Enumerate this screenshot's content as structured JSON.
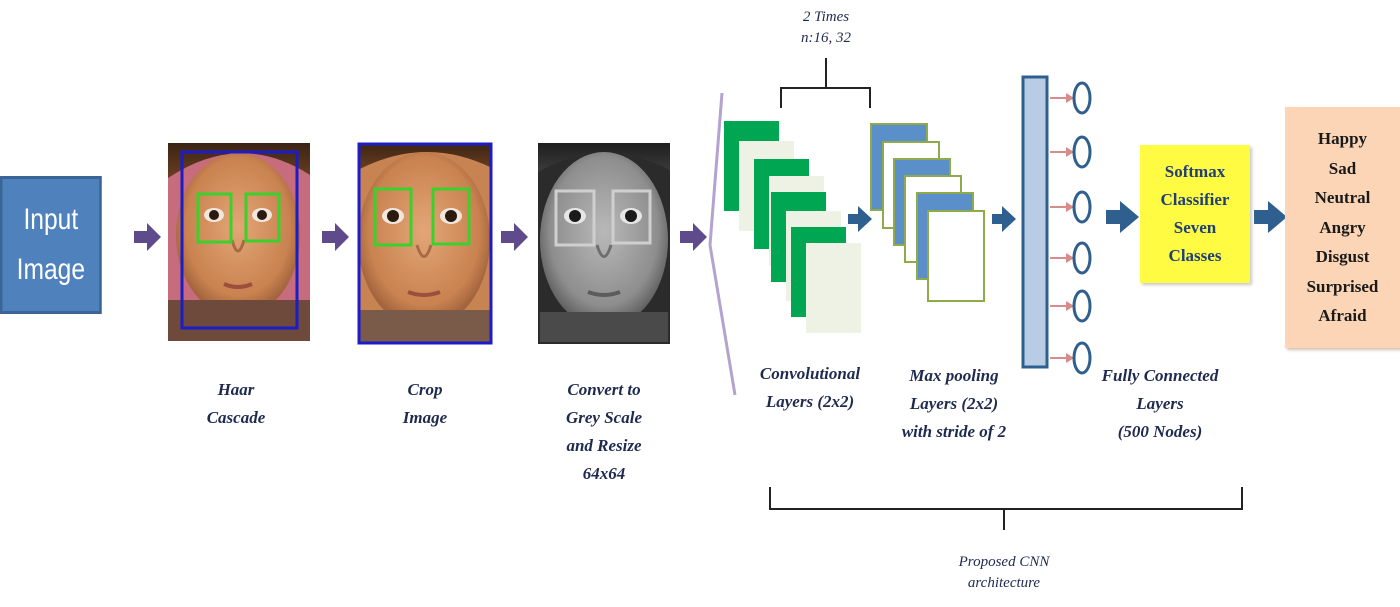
{
  "input": {
    "line1": "Input",
    "line2": "Image"
  },
  "steps": [
    {
      "lines": [
        "Haar",
        "Cascade"
      ]
    },
    {
      "lines": [
        "Crop",
        "Image"
      ]
    },
    {
      "lines": [
        "Convert to",
        "Grey Scale",
        "and Resize",
        "64x64"
      ]
    }
  ],
  "cnn": {
    "repeat_label": {
      "line1": "2 Times",
      "line2": "n:16, 32"
    },
    "conv_label": [
      "Convolutional",
      "Layers (2x2)"
    ],
    "pool_label": [
      "Max pooling",
      "Layers (2x2)",
      "with stride of 2"
    ],
    "fc_label": [
      "Fully Connected",
      "Layers",
      "(500 Nodes)"
    ],
    "architecture_label": [
      "Proposed CNN",
      "architecture"
    ]
  },
  "softmax": [
    "Softmax",
    "Classifier",
    "Seven",
    "Classes"
  ],
  "emotions": [
    "Happy",
    "Sad",
    "Neutral",
    "Angry",
    "Disgust",
    "Surprised",
    "Afraid"
  ],
  "colors": {
    "input_box": "#4f81bd",
    "step_arrow": "#5f4b8b",
    "net_arrow": "#2e5f8f",
    "conv_green": "#00a651",
    "pool_blue": "#5b8fc9",
    "pool_border": "#8faa4b",
    "fc_bar": "#b8cce4",
    "softmax": "#fffb42",
    "output_box": "#fbd5b5"
  }
}
